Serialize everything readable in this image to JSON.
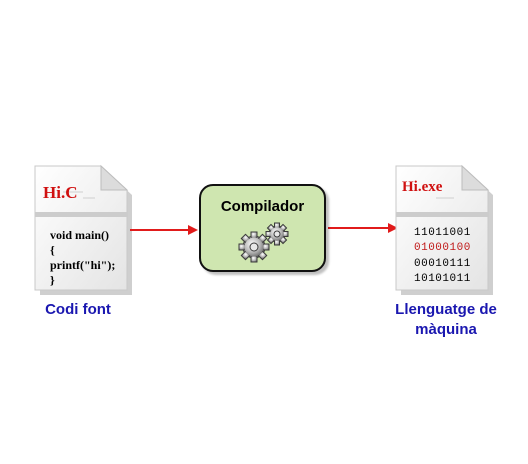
{
  "source_doc": {
    "title": "Hi.C",
    "code": [
      "void main()",
      "{",
      "printf(\"hi\");",
      "}"
    ]
  },
  "compiler": {
    "label": "Compilador"
  },
  "output_doc": {
    "title": "Hi.exe",
    "binary": [
      "11011001",
      "01000100",
      "00010111",
      "10101011"
    ],
    "highlighted_line_index": 1
  },
  "captions": {
    "source": "Codi font",
    "output_line1": "Llenguatge de",
    "output_line2": "màquina"
  },
  "colors": {
    "arrow": "#e11b1b",
    "title": "#d01010",
    "caption": "#1a17b0",
    "compiler_fill": "#cfe6b0",
    "highlight_binary": "#c01818"
  },
  "icons": {
    "compiler_icon": "gears-icon",
    "document_icon": "document-icon"
  }
}
